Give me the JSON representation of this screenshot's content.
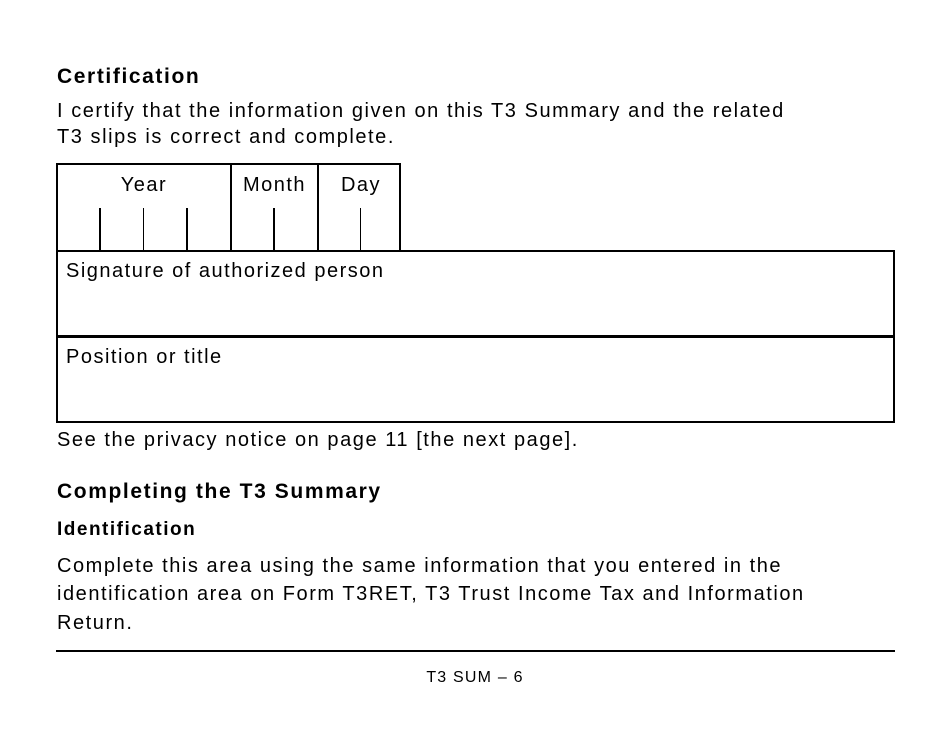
{
  "certification": {
    "heading": "Certification",
    "statement_line1": "I certify that the information given on this T3 Summary and the related",
    "statement_line2": "T3 slips is correct and complete.",
    "date_fields": {
      "year_label": "Year",
      "month_label": "Month",
      "day_label": "Day"
    },
    "signature_label": "Signature of authorized person",
    "position_label": "Position or title",
    "privacy_note": "See the privacy notice on page 11 [the next page]."
  },
  "completing": {
    "heading": "Completing the T3 Summary",
    "subheading": "Identification",
    "paragraph_line1": "Complete this area using the same information that you entered in the",
    "paragraph_line2": "identification area on Form T3RET, T3 Trust Income Tax and Information",
    "paragraph_line3": "Return."
  },
  "footer": {
    "page_label": "T3 SUM – 6"
  }
}
